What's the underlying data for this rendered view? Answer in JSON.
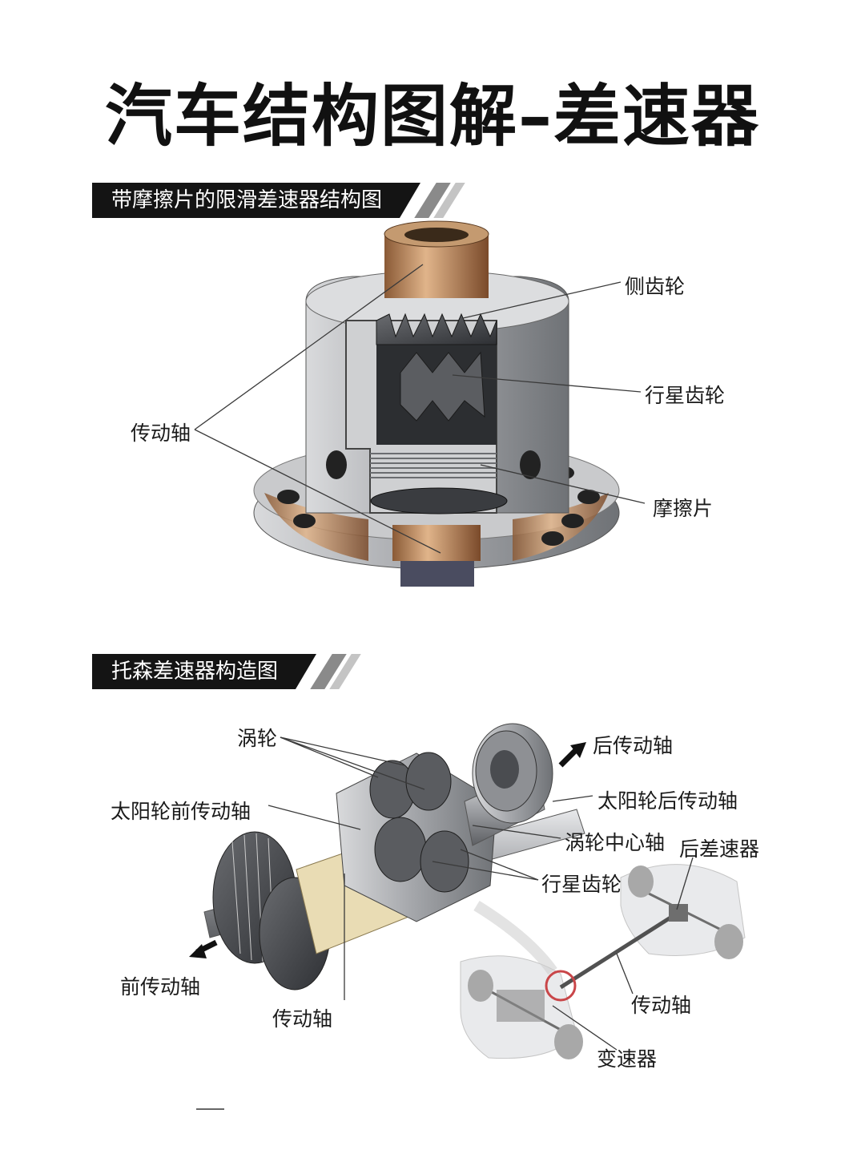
{
  "title": "汽车结构图解–差速器",
  "section1": {
    "heading": "带摩擦片的限滑差速器结构图",
    "labels": {
      "side_gear": "侧齿轮",
      "planet_gear": "行星齿轮",
      "drive_shaft": "传动轴",
      "friction_plate": "摩擦片"
    }
  },
  "section2": {
    "heading": "托森差速器构造图",
    "labels": {
      "worm_wheel": "涡轮",
      "rear_drive_shaft": "后传动轴",
      "sun_front_shaft": "太阳轮前传动轴",
      "sun_rear_shaft": "太阳轮后传动轴",
      "worm_center_shaft": "涡轮中心轴",
      "planet_gear": "行星齿轮",
      "rear_differential": "后差速器",
      "front_drive_shaft": "前传动轴",
      "drive_shaft": "传动轴",
      "drive_shaft_car": "传动轴",
      "transmission": "变速器"
    }
  },
  "colors": {
    "banner": "#141414",
    "bronze": "#c08a5a",
    "steel": "#9a9ca0"
  }
}
